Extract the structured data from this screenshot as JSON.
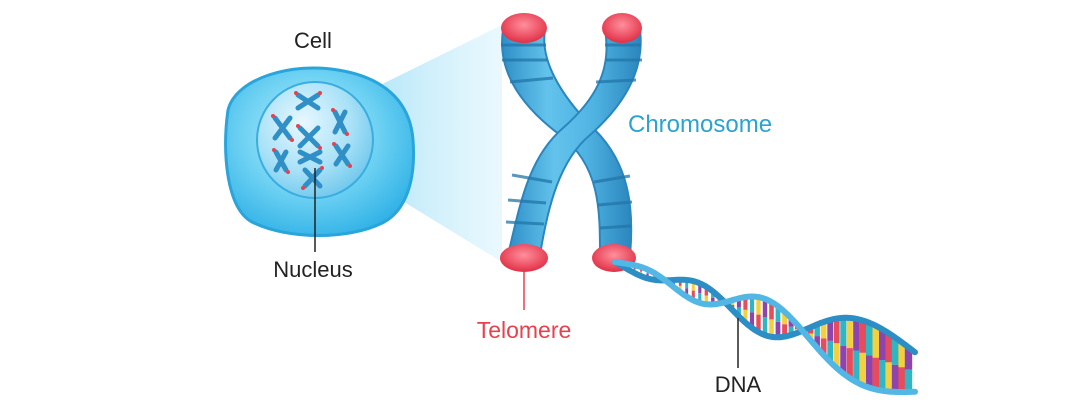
{
  "labels": {
    "cell": "Cell",
    "nucleus": "Nucleus",
    "chromosome": "Chromosome",
    "telomere": "Telomere",
    "dna": "DNA"
  },
  "colors": {
    "chromosome_label": "#2aa3d1",
    "telomere_label": "#e8404d",
    "text_dark": "#222222",
    "cell_fill": "#4cc3ee",
    "chromosome_blue": "#3aa6d8",
    "telomere_red": "#ef3a4f",
    "dna_strand": "#2b8ec4",
    "base_yellow": "#f4d03f",
    "base_purple": "#8e44ad",
    "base_red": "#e74c5c",
    "base_teal": "#2fb6c4"
  }
}
